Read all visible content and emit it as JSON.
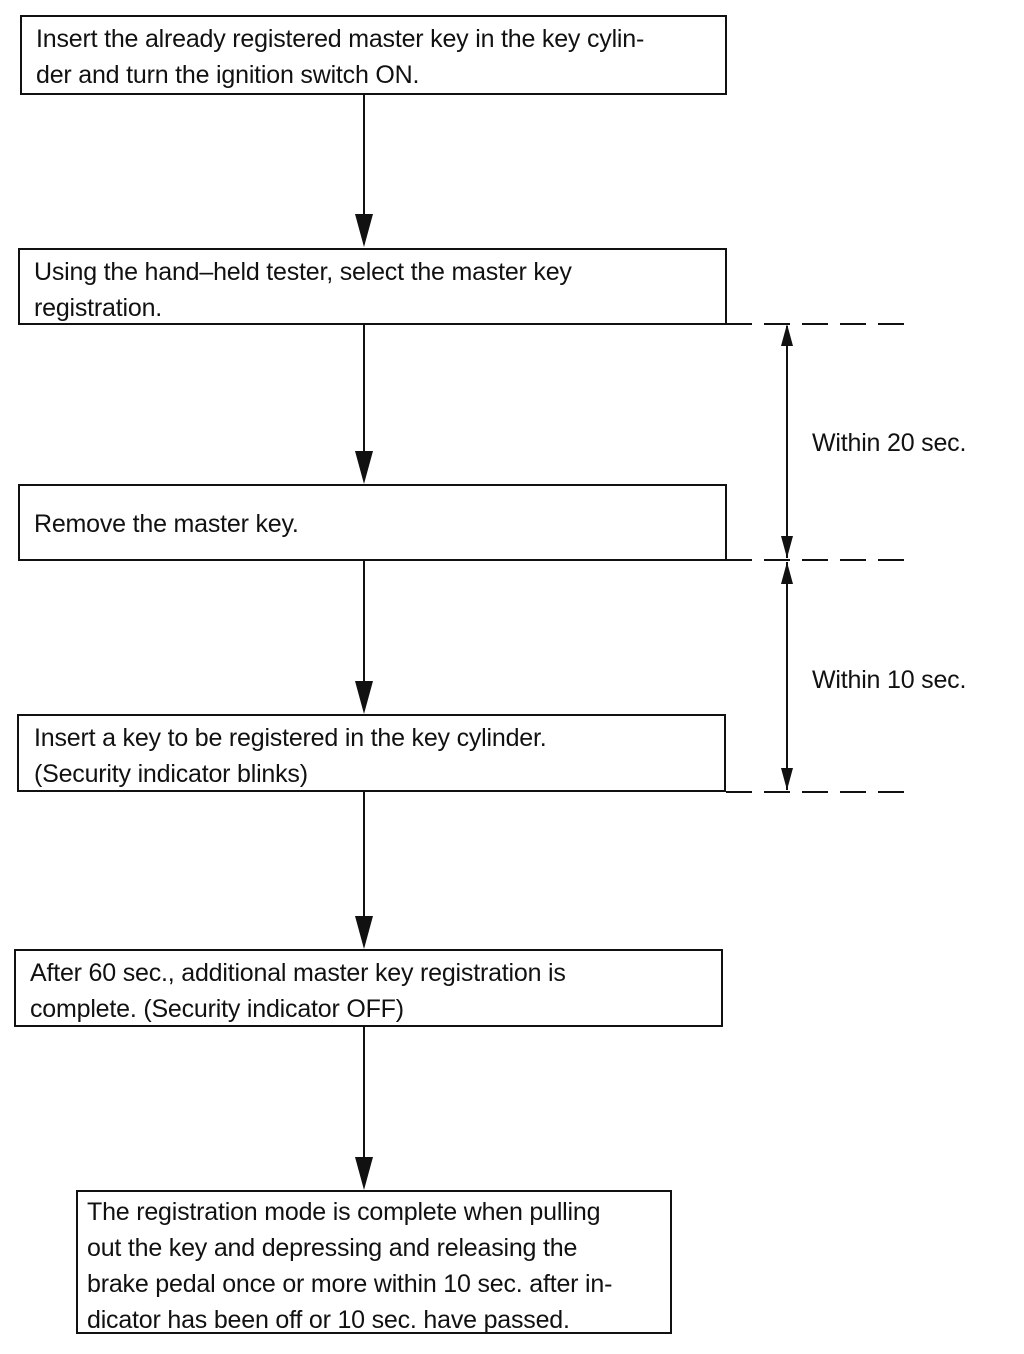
{
  "steps": [
    {
      "id": "step-1",
      "lines": [
        "Insert the already registered master key in the key cylin-",
        "der and turn the ignition switch ON."
      ]
    },
    {
      "id": "step-2",
      "lines": [
        "Using the hand–held tester, select the master key",
        "registration."
      ]
    },
    {
      "id": "step-3",
      "lines": [
        "Remove the master key."
      ]
    },
    {
      "id": "step-4",
      "lines": [
        "Insert a key to be registered in the key cylinder.",
        "(Security indicator blinks)"
      ]
    },
    {
      "id": "step-5",
      "lines": [
        "After 60 sec., additional master key registration is",
        "complete. (Security indicator OFF)"
      ]
    },
    {
      "id": "step-6",
      "lines": [
        "The registration mode is complete when pulling",
        "out the key and depressing and releasing the",
        "brake pedal once or more within 10 sec. after in-",
        "dicator has been off or 10 sec. have passed."
      ]
    }
  ],
  "timing": [
    {
      "id": "within-20",
      "label": "Within 20 sec."
    },
    {
      "id": "within-10",
      "label": "Within 10 sec."
    }
  ],
  "colors": {
    "line": "#111111",
    "background": "#ffffff"
  }
}
